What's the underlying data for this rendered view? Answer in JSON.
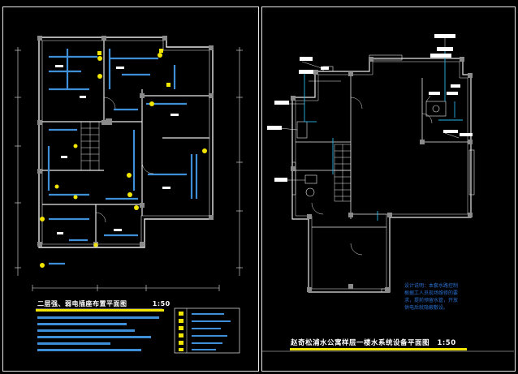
{
  "left_drawing": {
    "title": "二层强、弱电插座布置平面图",
    "scale": "1:50"
  },
  "right_drawing": {
    "title": "赵奇松浦水公寓样层一楼水系统设备平面图",
    "scale": "1:50",
    "notes": "设计说明：本套水路控制\n根据工人员现场维修的要\n求，提前预留水管，开放\n供电后就隐蔽敷设。"
  },
  "colors": {
    "wall": "#3f8fd8",
    "fixture": "#f2e600",
    "outline": "#e8e8e8",
    "pillar": "#8a8a8a",
    "cyan": "#29b6e8",
    "note": "#2a6fd0"
  }
}
